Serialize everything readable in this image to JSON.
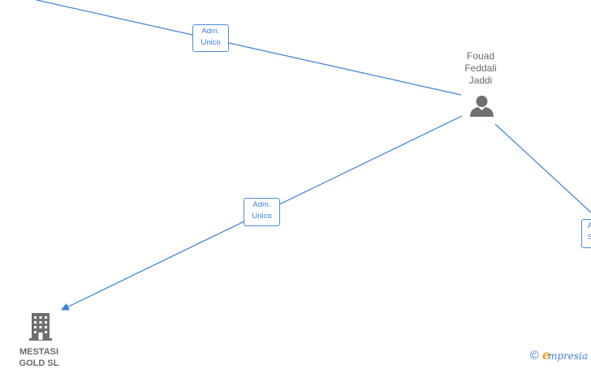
{
  "nodes": {
    "person": {
      "name_lines": [
        "Fouad",
        "Feddali",
        "Jaddi"
      ],
      "icon": "person-icon"
    },
    "company": {
      "name_lines": [
        "MESTASI",
        "GOLD  SL"
      ],
      "icon": "building-icon"
    }
  },
  "edges": [
    {
      "label_lines": [
        "Adm.",
        "Unico"
      ]
    },
    {
      "label_lines": [
        "Adm.",
        "Unico"
      ]
    },
    {
      "label_lines": [
        "A",
        "S"
      ]
    }
  ],
  "watermark": {
    "copyright": "©",
    "brand_first": "e",
    "brand_rest": "mpresia"
  },
  "colors": {
    "edge": "#3d7fd8",
    "node_icon": "#6f6f6f",
    "brand_orange": "#f0a020"
  }
}
